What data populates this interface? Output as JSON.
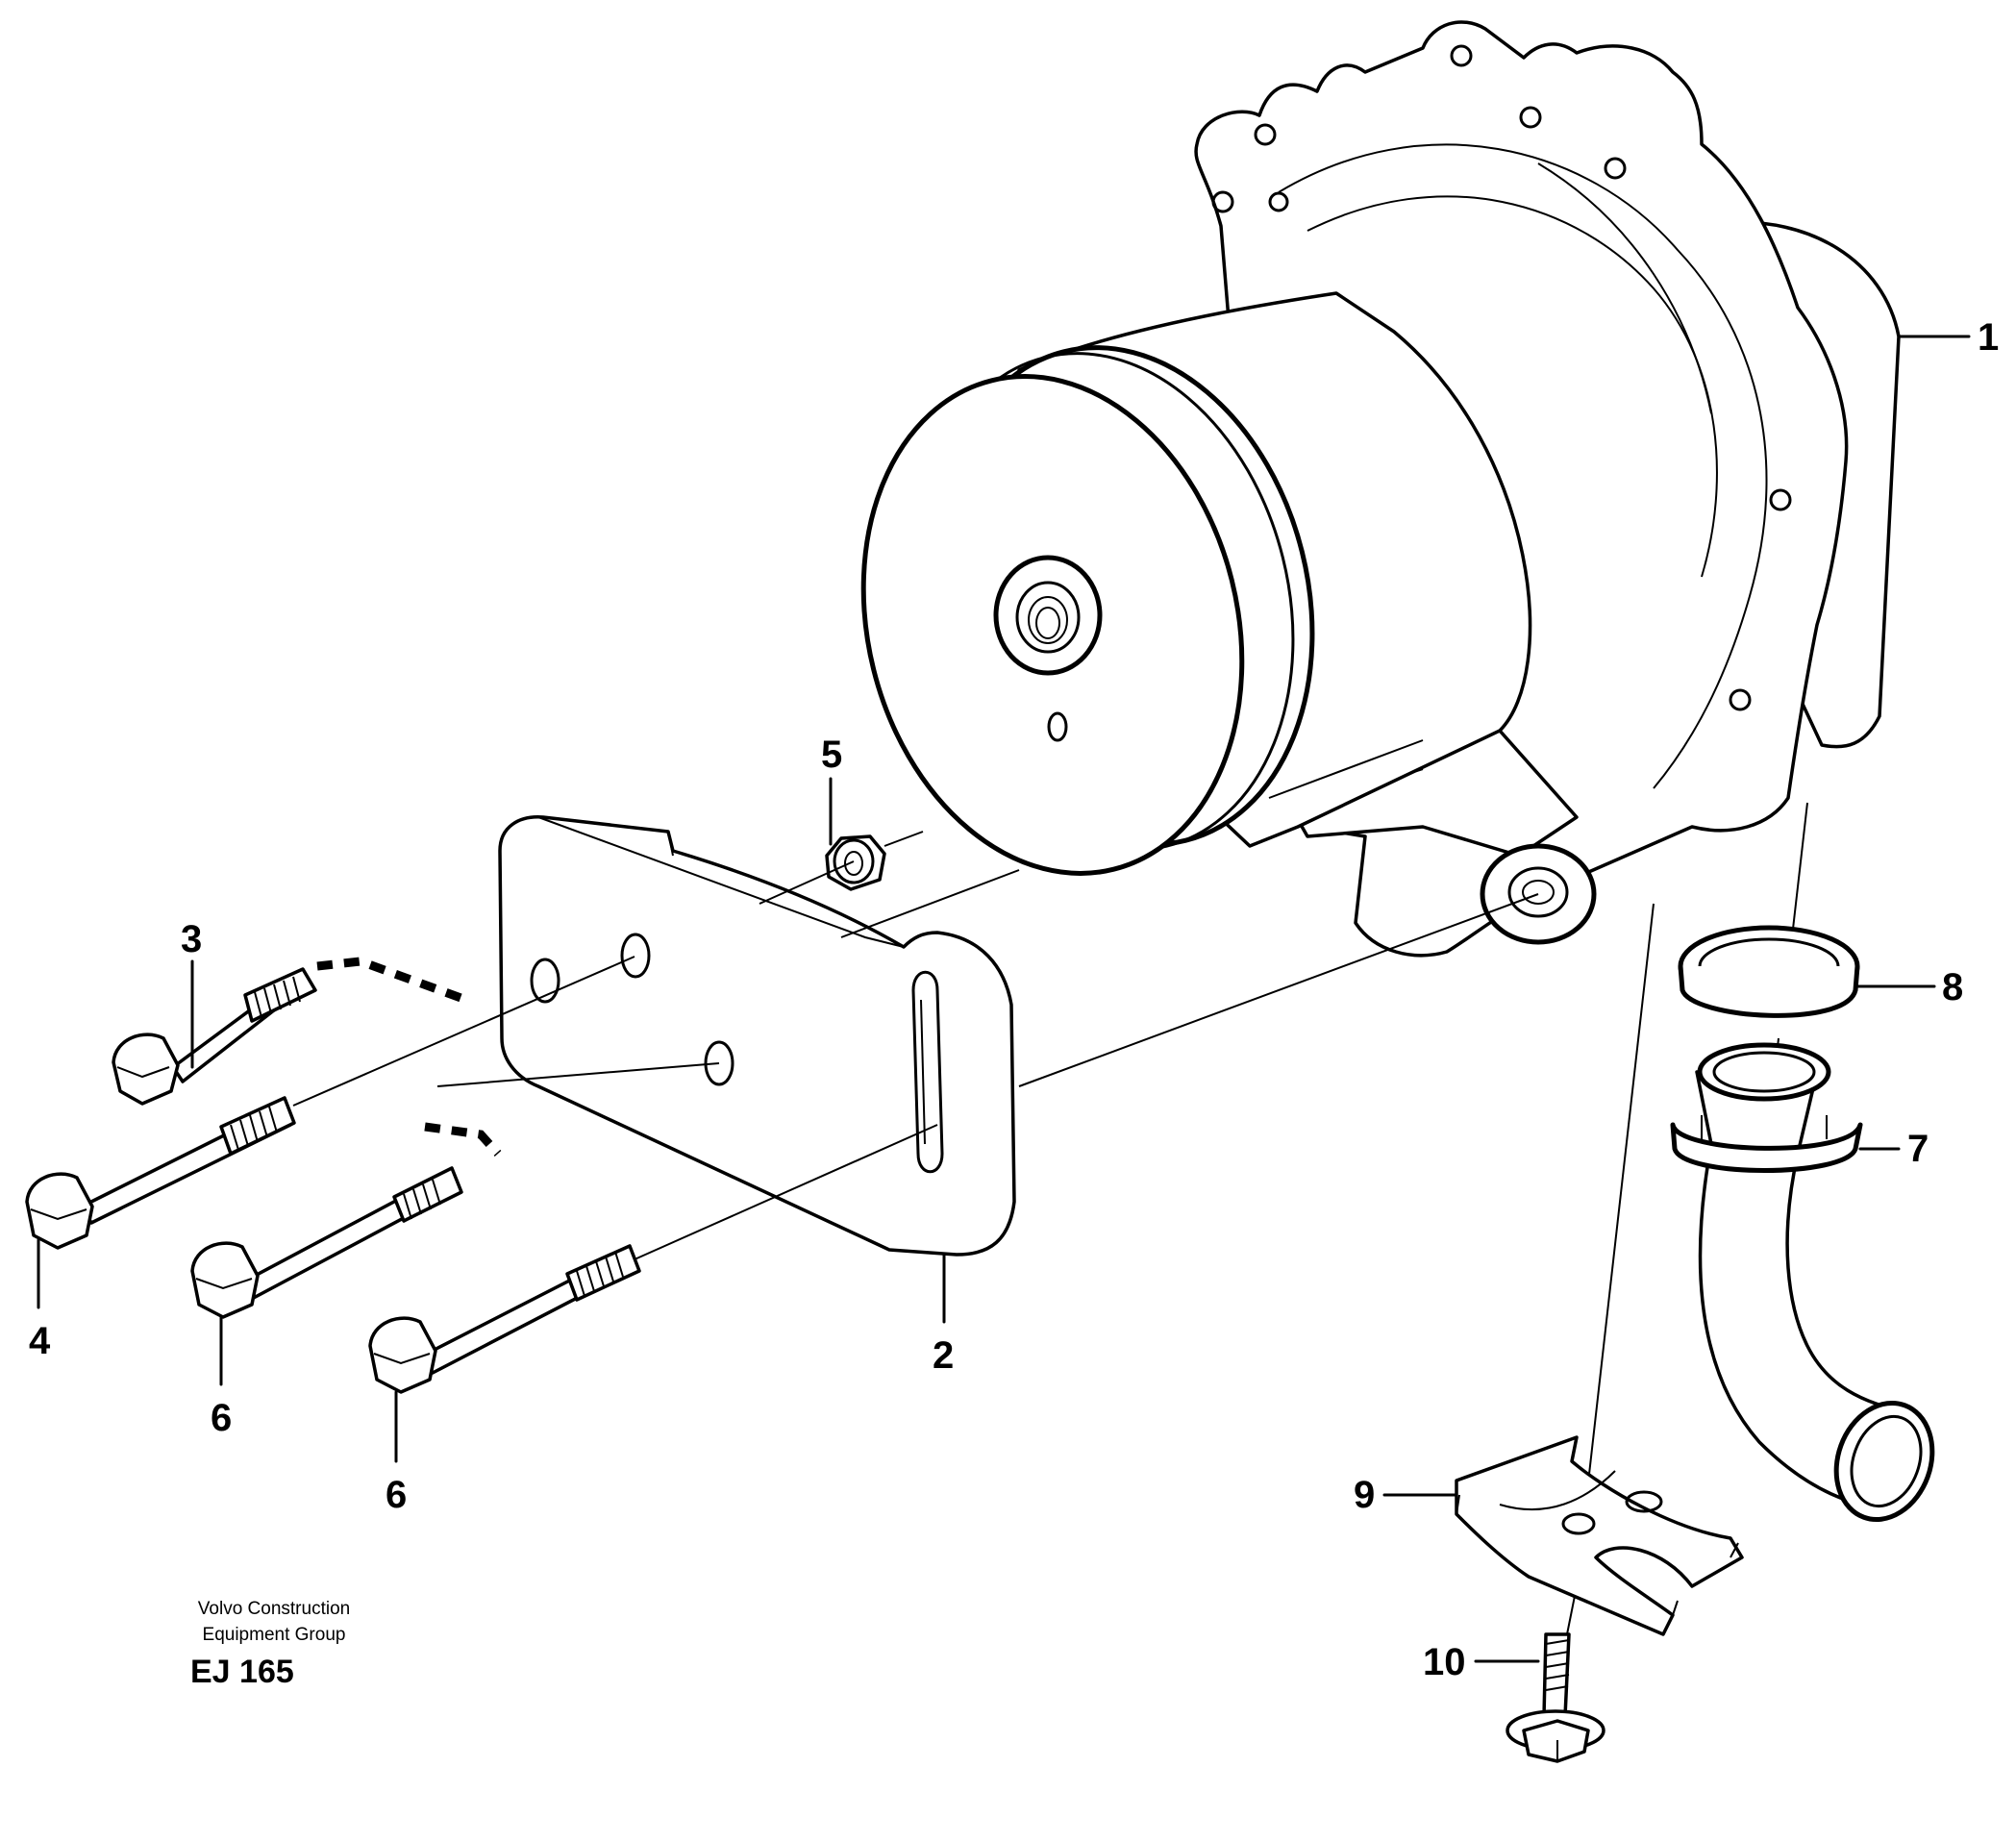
{
  "callouts": {
    "c1": "1",
    "c2": "2",
    "c3": "3",
    "c4": "4",
    "c5": "5",
    "c6a": "6",
    "c6b": "6",
    "c7": "7",
    "c8": "8",
    "c9": "9",
    "c10": "10"
  },
  "footer": {
    "company_line1": "Volvo Construction",
    "company_line2": "Equipment Group",
    "drawing_code": "EJ 165"
  }
}
